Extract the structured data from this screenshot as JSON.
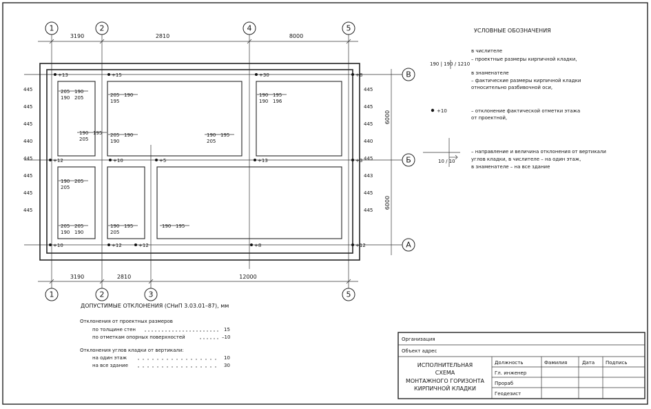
{
  "axes": {
    "numbers": [
      "1",
      "2",
      "3",
      "4",
      "5"
    ],
    "letters": [
      "В",
      "Б",
      "А"
    ]
  },
  "dimensions": {
    "top_row": [
      "3190",
      "2810",
      "8000"
    ],
    "bottom_row": [
      "3190",
      "2810",
      "12000"
    ],
    "right_side": [
      "6000",
      "6000"
    ]
  },
  "elevation_marks": [
    "+13",
    "+15",
    "+30",
    "+8",
    "+12",
    "+10",
    "+5",
    "+13",
    "+3",
    "+10",
    "+12",
    "+12",
    "+8",
    "+12"
  ],
  "wall_readings": [
    [
      "205",
      "190",
      "190",
      "205"
    ],
    [
      "205",
      "190",
      "195"
    ],
    [
      "190",
      "195",
      "205"
    ],
    [
      "205",
      "190",
      "190"
    ],
    [
      "190",
      "195",
      "205"
    ],
    [
      "190",
      "195",
      "190",
      "196"
    ],
    [
      "190",
      "205",
      "205"
    ],
    [
      "205",
      "205",
      "190",
      "190"
    ],
    [
      "190",
      "195",
      "205"
    ],
    [
      "190",
      "195"
    ],
    [
      "445",
      "445",
      "445",
      "440",
      "445",
      "445",
      "445",
      "445"
    ],
    [
      "445",
      "445",
      "445",
      "440",
      "445",
      "443",
      "445",
      "445"
    ]
  ],
  "legend": {
    "title": "УСЛОВНЫЕ ОБОЗНАЧЕНИЯ",
    "item1_sample": "190 | 190 / 1210",
    "item1_head": "в числителе",
    "item1_text": "– проектные размеры кирпичной кладки,",
    "item2_head": "в знаменателе",
    "item2_text_1": "– фактические размеры кирпичной кладки",
    "item2_text_2": "относительно разбивочной оси,",
    "item3_sample": "+10",
    "item3_text_1": "– отклонение фактической отметки этажа",
    "item3_text_2": "от проектной,",
    "item4_sample": "10 / 10",
    "item4_text_1": "– направление и величина отклонения от вертикали",
    "item4_text_2": "углов кладки, в числителе – на один этаж,",
    "item4_text_3": "в знаменателе – на все здание"
  },
  "tolerances": {
    "title": "ДОПУСТИМЫЕ ОТКЛОНЕНИЯ (СНиП 3.03.01–87), мм",
    "group1": "Отклонения от проектных размеров",
    "g1_row1_label": "по толщине стен",
    "g1_row1_value": "15",
    "g1_row2_label": "по отметкам опорных поверхностей",
    "g1_row2_value": "–10",
    "group2": "Отклонения углов кладки от вертикали:",
    "g2_row1_label": "на один этаж",
    "g2_row1_value": "10",
    "g2_row2_label": "на все здание",
    "g2_row2_value": "30"
  },
  "title_block": {
    "organization": "Организация",
    "object": "Объект  адрес",
    "title_1": "ИСПОЛНИТЕЛЬНАЯ",
    "title_2": "СХЕМА",
    "title_3": "МОНТАЖНОГО ГОРИЗОНТА",
    "title_4": "КИРПИЧНОЙ КЛАДКИ",
    "headers": [
      "Должность",
      "Фамилия",
      "Дата",
      "Подпись"
    ],
    "roles": [
      "Гл. инженер",
      "Прораб",
      "Геодезист"
    ]
  }
}
